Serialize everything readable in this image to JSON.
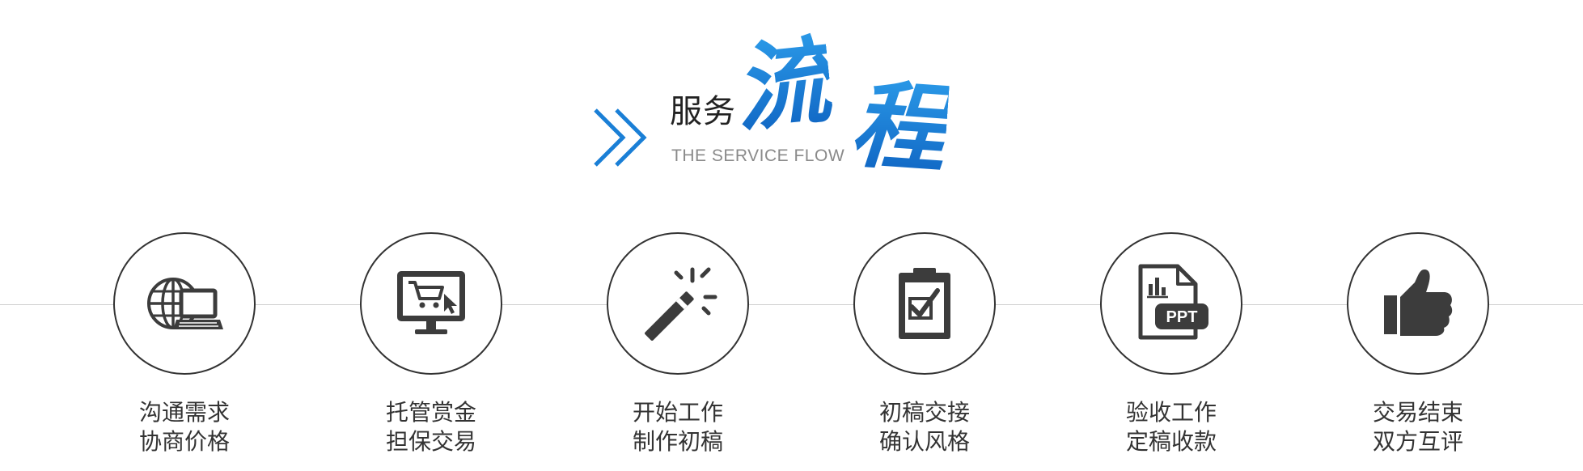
{
  "header": {
    "title_small": "服务",
    "title_big_1": "流",
    "title_big_2": "程",
    "subtitle": "THE SERVICE FLOW",
    "accent_color": "#1a7fd6"
  },
  "steps": [
    {
      "icon": "globe-laptop-icon",
      "line1": "沟通需求",
      "line2": "协商价格"
    },
    {
      "icon": "cart-monitor-icon",
      "line1": "托管赏金",
      "line2": "担保交易"
    },
    {
      "icon": "magic-wand-icon",
      "line1": "开始工作",
      "line2": "制作初稿"
    },
    {
      "icon": "clipboard-check-icon",
      "line1": "初稿交接",
      "line2": "确认风格"
    },
    {
      "icon": "ppt-file-icon",
      "line1": "验收工作",
      "line2": "定稿收款",
      "icon_text": "PPT"
    },
    {
      "icon": "thumbs-up-icon",
      "line1": "交易结束",
      "line2": "双方互评"
    }
  ]
}
